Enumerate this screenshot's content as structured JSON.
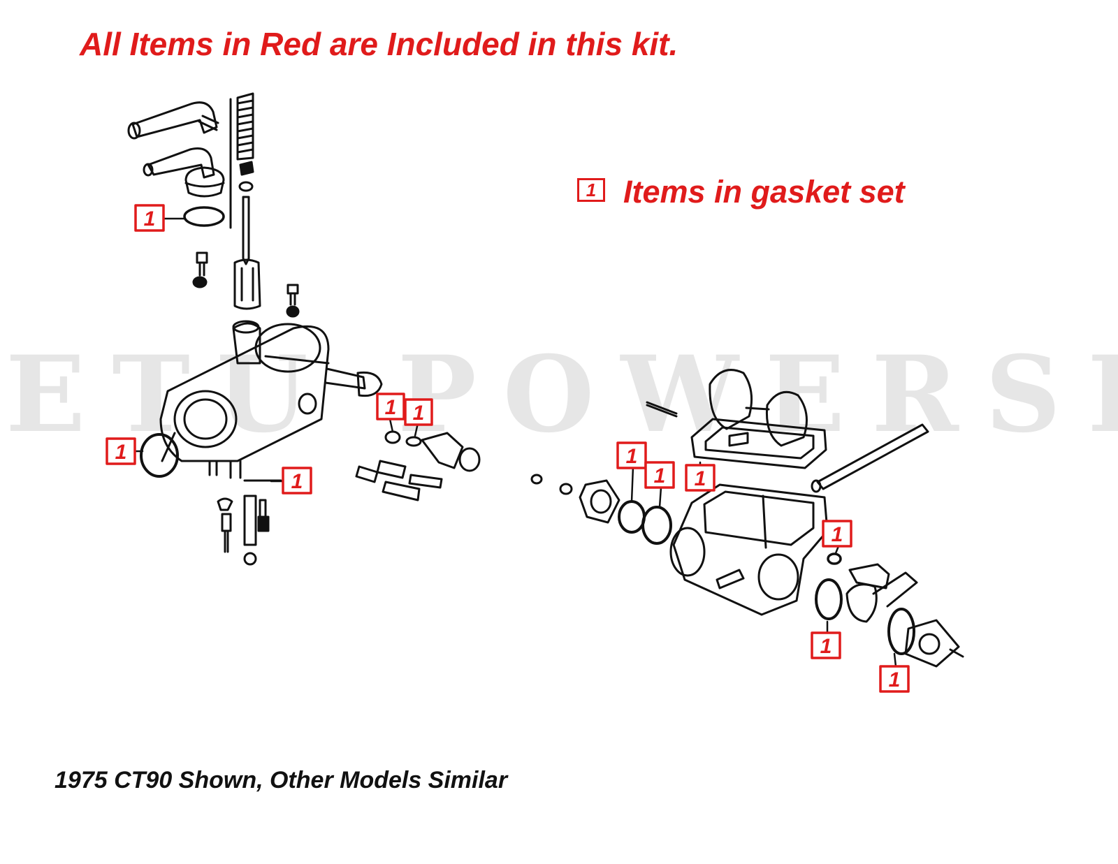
{
  "headline": "All Items in Red are Included in this kit.",
  "watermark": "ETU POWERSP",
  "legend": {
    "marker": "1",
    "text": "Items in gasket set"
  },
  "tag_label": "1",
  "caption": "1975 CT90 Shown, Other Models Similar",
  "colors": {
    "accent_red": "#e01b1b",
    "line_art": "#111111",
    "watermark": "#e6e6e6"
  }
}
